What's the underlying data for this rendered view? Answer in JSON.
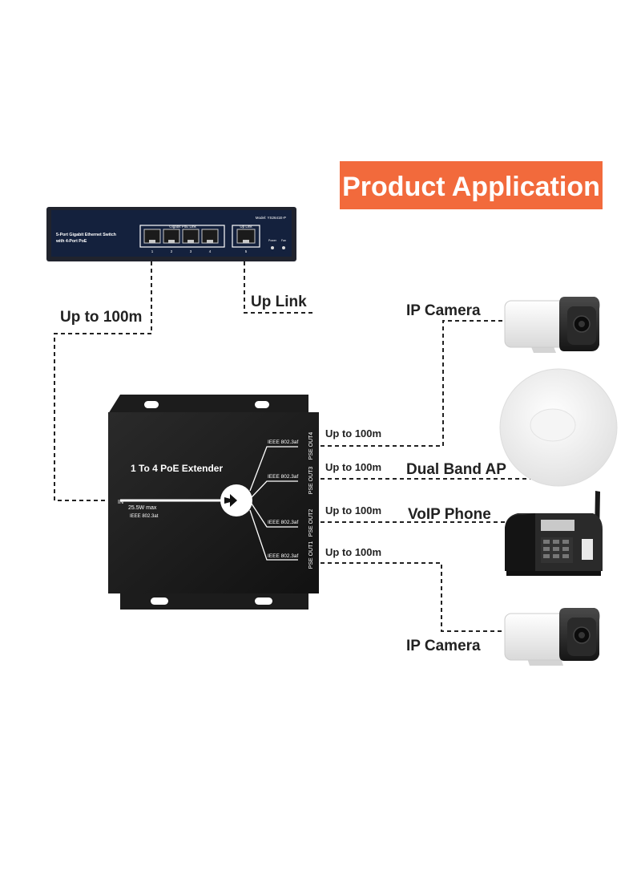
{
  "banner": {
    "title": "Product Application",
    "bg_color": "#f26a3c",
    "text_color": "#ffffff"
  },
  "switch": {
    "description_line1": "5-Port Gigabit Ethernet Switch",
    "description_line2": "with 4-Port PoE",
    "model": "Model: YS2641E-P",
    "poe_group_label": "Gigabit PoE Link",
    "uplink_group_label": "Up Link",
    "port_numbers": [
      "1",
      "2",
      "3",
      "4",
      "5"
    ],
    "led_labels": [
      "Power",
      "Fan"
    ]
  },
  "links": {
    "switch_to_extender": "Up to 100m",
    "uplink": "Up Link",
    "out4": "Up to 100m",
    "out3": "Up to 100m",
    "out2": "Up to 100m",
    "out1": "Up to 100m"
  },
  "extender": {
    "title": "1 To 4 PoE Extender",
    "in_label": "IN",
    "power_label": "25.5W max",
    "in_standard": "IEEE 802.3at",
    "out_standard": "IEEE 802.3af",
    "ports": [
      "PSE OUT4",
      "PSE OUT3",
      "PSE OUT2",
      "PSE OUT1"
    ]
  },
  "devices": {
    "camera_top": "IP Camera",
    "access_point": "Dual Band AP",
    "voip_phone": "VoIP Phone",
    "camera_bottom": "IP Camera"
  }
}
